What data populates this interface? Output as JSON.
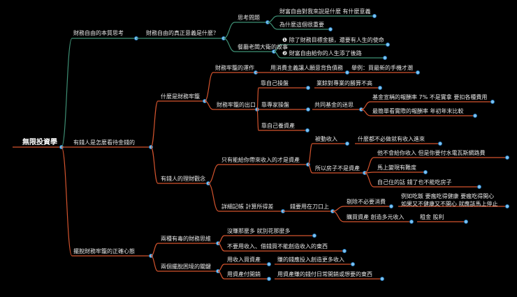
{
  "mindmap": {
    "root": "無限投資學",
    "branches": [
      {
        "label": "財務自由的本質思考",
        "color": "#3e8f74",
        "children": [
          {
            "label": "財務自由的真正意義是什麼？",
            "children": [
              {
                "label": "思考問題",
                "children": [
                  {
                    "label": "財富自由對我來說是什麼 有什麼意義"
                  },
                  {
                    "label": "為什麼這個很重要"
                  }
                ]
              },
              {
                "label": "餐廳老闆大衛的故事",
                "children": [
                  {
                    "label": "除了財務目標金額，還要有人生的使命",
                    "marker": "❶"
                  },
                  {
                    "label": "財富自由給你的人生添了後路",
                    "marker": "❷"
                  }
                ]
              }
            ]
          }
        ]
      },
      {
        "label": "有錢人是怎麼看待金錢的",
        "color": "#d4542e",
        "children": [
          {
            "label": "什麼是財務牢籠",
            "children": [
              {
                "label": "財務牢籠的運作",
                "children": [
                  {
                    "label": "用消費主義讓人願意背負債務",
                    "children": [
                      {
                        "label": "舉例：買最新的手機才潮"
                      }
                    ]
                  }
                ]
              },
              {
                "label": "財務牢籠的出口",
                "children": [
                  {
                    "label": "靠自己操盤",
                    "children": [
                      {
                        "label": "業餘對專業的勝算不高"
                      }
                    ]
                  },
                  {
                    "label": "靠專家操盤",
                    "children": [
                      {
                        "label": "共同基金的迷思",
                        "children": [
                          {
                            "label": "基金宣稱的報酬率 7% 不是實拿 要扣各種費用"
                          },
                          {
                            "label": "最簡單看實際的報酬率 年初年末比較"
                          }
                        ]
                      }
                    ]
                  },
                  {
                    "label": "靠自己養資產"
                  }
                ]
              }
            ]
          },
          {
            "label": "有錢人的理財觀念",
            "children": [
              {
                "label": "只有能給你帶來收入的才是資產",
                "children": [
                  {
                    "label": "被動收入",
                    "children": [
                      {
                        "label": "什麼都不必做就有收入進來"
                      }
                    ]
                  },
                  {
                    "label": "所以房子不是資產",
                    "children": [
                      {
                        "label": "他不會給你收入 但是你要付水電瓦斯網路費"
                      },
                      {
                        "label": "馬上變現有難度"
                      },
                      {
                        "label": "自己住的話 錢了也不能吃房子"
                      }
                    ]
                  }
                ]
              },
              {
                "label": "詳細記帳 計算所得差",
                "children": [
                  {
                    "label": "錢要用在刀口上",
                    "children": [
                      {
                        "label": "剔除不必要消費",
                        "children": [
                          {
                            "label": "例如吃飯 要瘋吃得健康 要瘋吃得開心"
                          },
                          {
                            "label": "如果又不健康又不開心 就應該馬上停止"
                          }
                        ]
                      },
                      {
                        "label": "購買資產 創造多元收入",
                        "children": [
                          {
                            "label": "租金 股利"
                          }
                        ]
                      }
                    ]
                  }
                ]
              }
            ]
          }
        ]
      },
      {
        "label": "擺脫財務牢籠的正確心態",
        "color": "#d4542e",
        "children": [
          {
            "label": "兩種有毒的財務思維",
            "children": [
              {
                "label": "沒賺那麼多 就別花那麼多"
              },
              {
                "label": "不要用收入、借錢買不能創造收入的東西"
              }
            ]
          },
          {
            "label": "兩個擺脫困境的關鍵",
            "children": [
              {
                "label": "用收入買資產",
                "children": [
                  {
                    "label": "賺的錢應投入創造更多收入"
                  }
                ]
              },
              {
                "label": "用資產付開銷",
                "children": [
                  {
                    "label": "用資產賺的錢付日常開銷或想要的東西"
                  }
                ]
              }
            ]
          }
        ]
      }
    ]
  }
}
